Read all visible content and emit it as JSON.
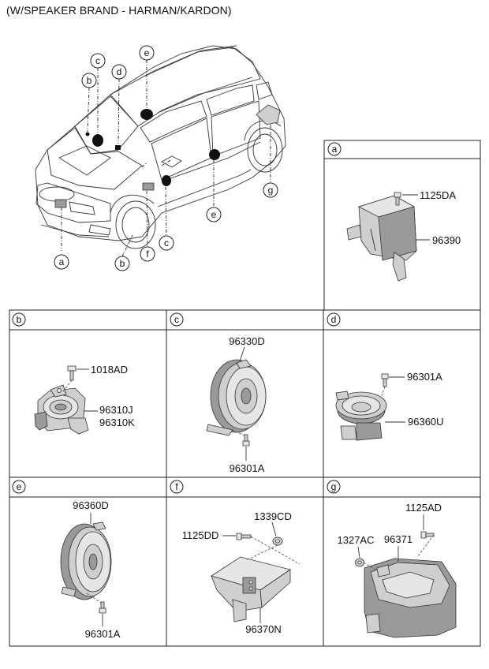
{
  "title": "(W/SPEAKER BRAND - HARMAN/KARDON)",
  "callouts": {
    "a": "a",
    "b": "b",
    "c": "c",
    "d": "d",
    "e": "e",
    "f": "f",
    "g": "g"
  },
  "panels": {
    "a": {
      "letter": "a",
      "parts": [
        "1125DA",
        "96390"
      ]
    },
    "b": {
      "letter": "b",
      "parts": [
        "1018AD",
        "96310J",
        "96310K"
      ]
    },
    "c": {
      "letter": "c",
      "parts": [
        "96330D",
        "96301A"
      ]
    },
    "d": {
      "letter": "d",
      "parts": [
        "96301A",
        "96360U"
      ]
    },
    "e": {
      "letter": "e",
      "parts": [
        "96360D",
        "96301A"
      ]
    },
    "f": {
      "letter": "f",
      "parts": [
        "1339CD",
        "1125DD",
        "96370N"
      ]
    },
    "g": {
      "letter": "g",
      "parts": [
        "1125AD",
        "1327AC",
        "96371"
      ]
    }
  }
}
